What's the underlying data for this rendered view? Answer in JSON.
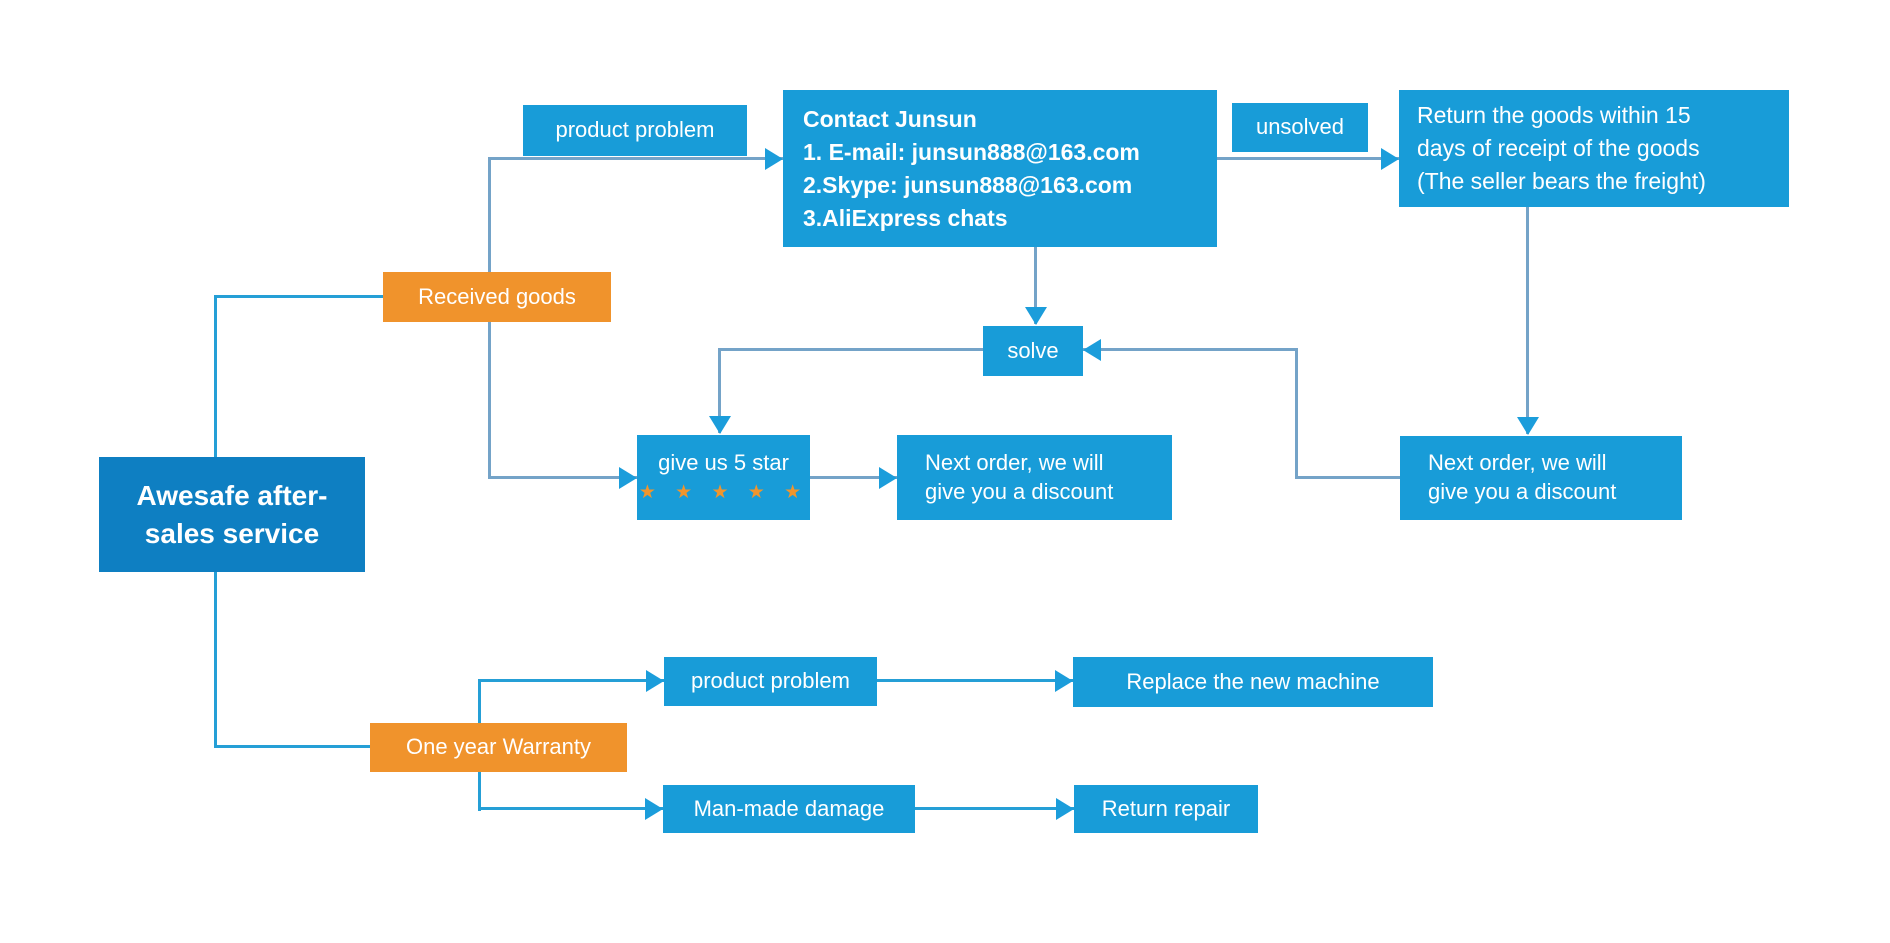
{
  "colors": {
    "box_blue": "#189cd8",
    "box_blue_dark": "#0e7fc2",
    "orange": "#f0932c",
    "line_muted": "#74a3c8",
    "line_bright": "#259fd6",
    "arrow": "#1b9ddb",
    "star": "#f0952d",
    "text": "#ffffff",
    "background": "#ffffff"
  },
  "nodes": {
    "root": {
      "line1": "Awesafe after-",
      "line2": "sales service"
    },
    "received_goods": {
      "label": "Received goods"
    },
    "product_problem_top": {
      "label": "product problem"
    },
    "contact": {
      "line1": "Contact Junsun",
      "line2": "1. E-mail: junsun888@163.com",
      "line3": "2.Skype: junsun888@163.com",
      "line4": "3.AliExpress chats"
    },
    "unsolved": {
      "label": "unsolved"
    },
    "return_goods": {
      "line1": "Return the goods within 15",
      "line2": "days of receipt of the goods",
      "line3": "(The seller bears the freight)"
    },
    "solve": {
      "label": "solve"
    },
    "five_star": {
      "label": "give us 5 star",
      "stars": "★ ★ ★ ★ ★"
    },
    "discount_left": {
      "line1": "Next order, we will",
      "line2": "give you a discount"
    },
    "discount_right": {
      "line1": "Next order, we will",
      "line2": "give you a discount"
    },
    "warranty": {
      "label": "One year Warranty"
    },
    "product_problem_bottom": {
      "label": "product problem"
    },
    "replace_machine": {
      "label": "Replace the new machine"
    },
    "man_made_damage": {
      "label": "Man-made damage"
    },
    "return_repair": {
      "label": "Return repair"
    }
  }
}
